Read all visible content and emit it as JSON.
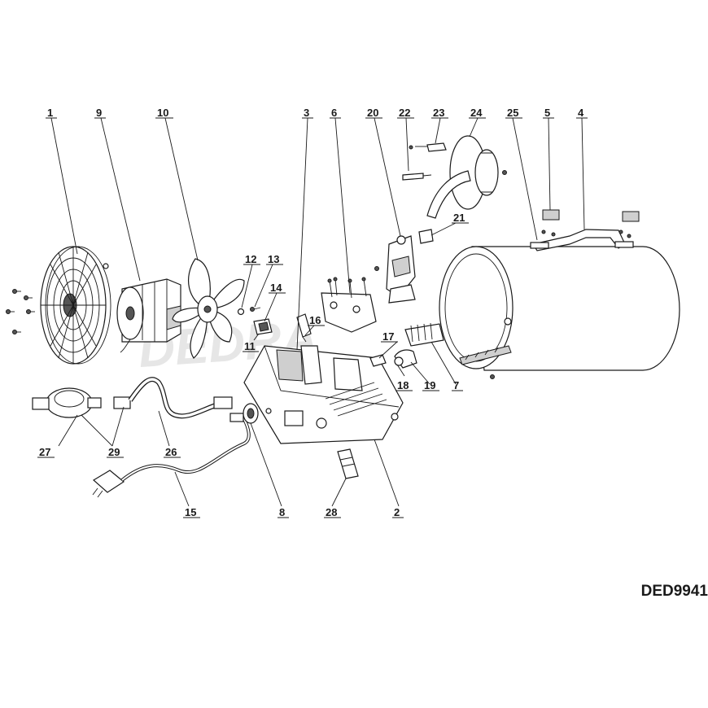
{
  "model_code": "DED9941",
  "watermark_text": "DEDRA",
  "callouts": [
    {
      "id": "c1",
      "label": "1"
    },
    {
      "id": "c9",
      "label": "9"
    },
    {
      "id": "c10",
      "label": "10"
    },
    {
      "id": "c12",
      "label": "12"
    },
    {
      "id": "c13",
      "label": "13"
    },
    {
      "id": "c14",
      "label": "14"
    },
    {
      "id": "c11",
      "label": "11"
    },
    {
      "id": "c3",
      "label": "3"
    },
    {
      "id": "c6",
      "label": "6"
    },
    {
      "id": "c16",
      "label": "16"
    },
    {
      "id": "c20",
      "label": "20"
    },
    {
      "id": "c22",
      "label": "22"
    },
    {
      "id": "c23",
      "label": "23"
    },
    {
      "id": "c24",
      "label": "24"
    },
    {
      "id": "c21",
      "label": "21"
    },
    {
      "id": "c25",
      "label": "25"
    },
    {
      "id": "c5",
      "label": "5"
    },
    {
      "id": "c4",
      "label": "4"
    },
    {
      "id": "c17",
      "label": "17"
    },
    {
      "id": "c18",
      "label": "18"
    },
    {
      "id": "c19",
      "label": "19"
    },
    {
      "id": "c7",
      "label": "7"
    },
    {
      "id": "c27",
      "label": "27"
    },
    {
      "id": "c29",
      "label": "29"
    },
    {
      "id": "c26",
      "label": "26"
    },
    {
      "id": "c15",
      "label": "15"
    },
    {
      "id": "c8",
      "label": "8"
    },
    {
      "id": "c28",
      "label": "28"
    },
    {
      "id": "c2",
      "label": "2"
    }
  ]
}
